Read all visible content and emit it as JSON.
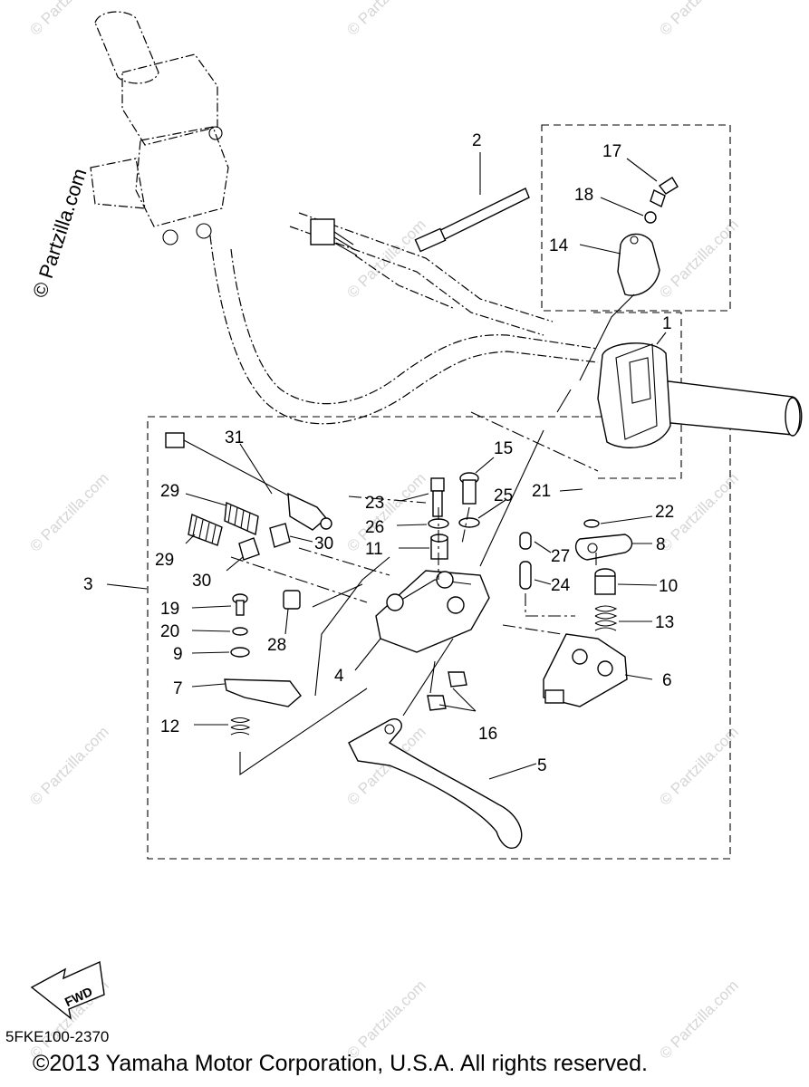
{
  "watermark": {
    "main": "© Partzilla.com",
    "tile": "© Partzilla.com"
  },
  "callouts": {
    "c1": "1",
    "c2": "2",
    "c3": "3",
    "c4": "4",
    "c5": "5",
    "c6": "6",
    "c7": "7",
    "c8": "8",
    "c9": "9",
    "c10": "10",
    "c11": "11",
    "c12": "12",
    "c13": "13",
    "c14": "14",
    "c15": "15",
    "c16": "16",
    "c17": "17",
    "c18": "18",
    "c19": "19",
    "c20": "20",
    "c21": "21",
    "c22": "22",
    "c23": "23",
    "c24": "24",
    "c25": "25",
    "c26": "26",
    "c27": "27",
    "c28": "28",
    "c29a": "29",
    "c29b": "29",
    "c30a": "30",
    "c30b": "30",
    "c31": "31"
  },
  "fwd_label": "FWD",
  "diagram_code": "5FKE100-2370",
  "copyright": "©2013  Yamaha Motor Corporation, U.S.A. All rights reserved."
}
